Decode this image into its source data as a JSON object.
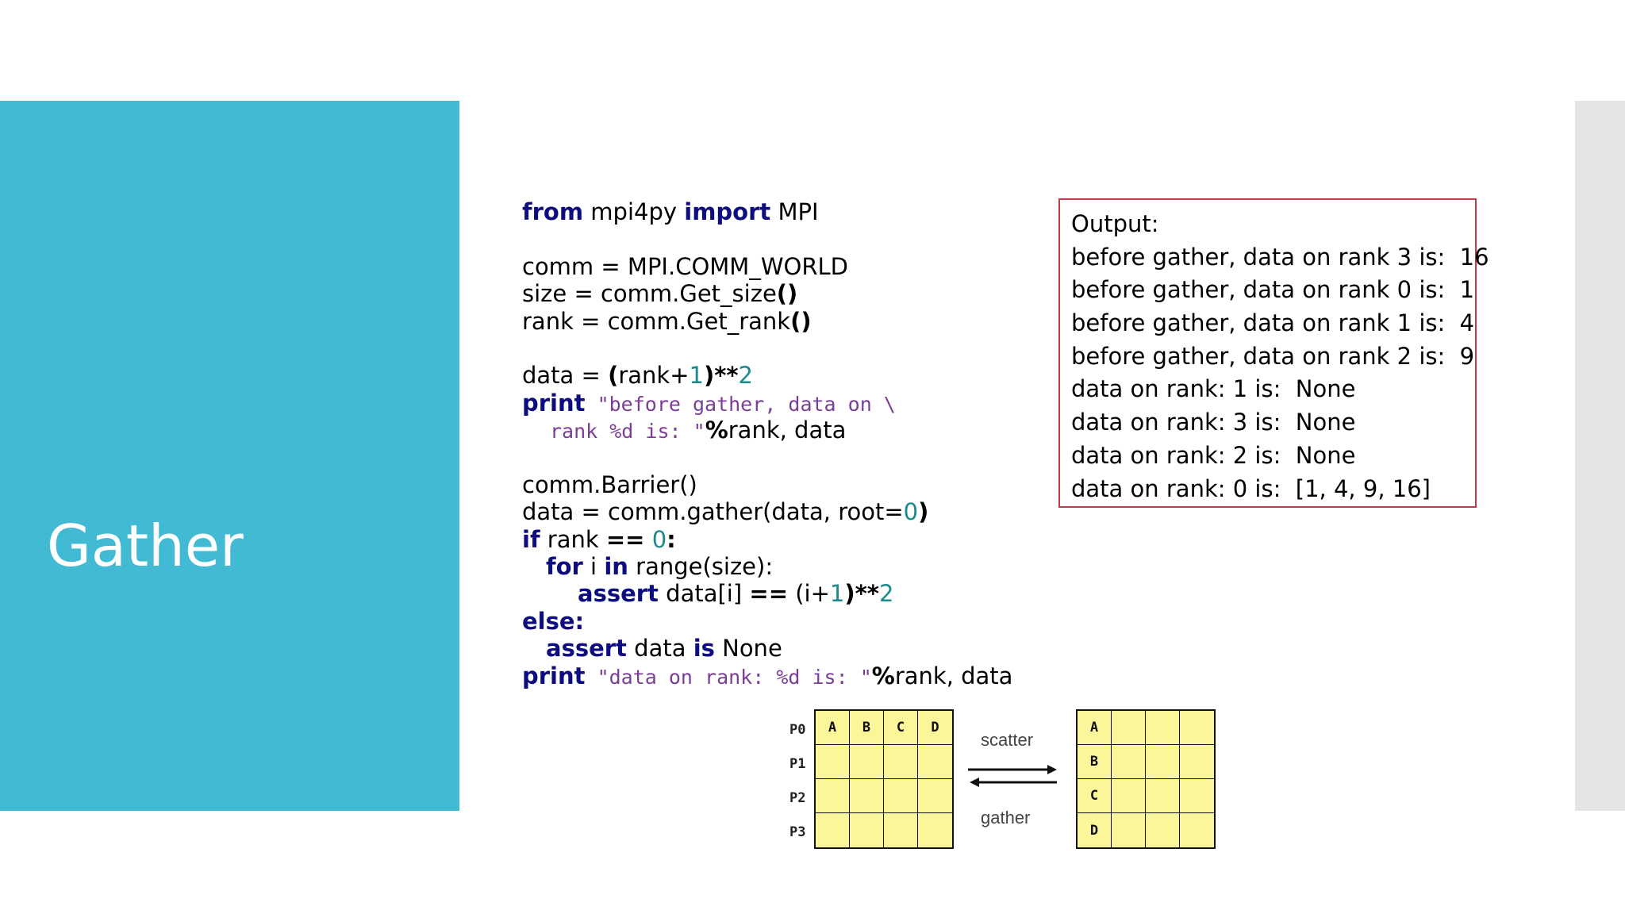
{
  "slide": {
    "title": "Gather"
  },
  "code": {
    "l1_kw1": "from",
    "l1_mid": " mpi4py ",
    "l1_kw2": "import",
    "l1_end": " MPI",
    "l2": "comm = MPI.COMM_WORLD",
    "l3_a": "size = comm.Get_size",
    "l3_b": "()",
    "l4_a": "rank = comm.Get_rank",
    "l4_b": "()",
    "l5_a": "data = ",
    "l5_b": "(",
    "l5_c": "rank+",
    "l5_d": "1",
    "l5_e": ")**",
    "l5_f": "2",
    "l6_kw": "print",
    "l6_str": " \"before gather, data on \\",
    "l7_str": "rank %d is: ",
    "l7_q": "\"",
    "l7_op": "%",
    "l7_end": "rank, data",
    "l8": "comm.Barrier()",
    "l9_a": "data = comm.gather(data, root=",
    "l9_b": "0",
    "l9_c": ")",
    "l10_kw": "if",
    "l10_a": " rank ",
    "l10_op": "==",
    "l10_b": " ",
    "l10_num": "0",
    "l10_c": ":",
    "l11_kw1": "for",
    "l11_a": " i ",
    "l11_kw2": "in",
    "l11_b": " range(size):",
    "l12_kw": "assert",
    "l12_a": " data[i] ",
    "l12_op": "==",
    "l12_b": " (i+",
    "l12_num": "1",
    "l12_c": ")**",
    "l12_num2": "2",
    "l13_kw": "else:",
    "l14_kw": "assert",
    "l14_a": " data ",
    "l14_kw2": "is",
    "l14_b": " None",
    "l15_kw": "print",
    "l15_str": " \"data on rank: %d is: ",
    "l15_q": "\"",
    "l15_op": "%",
    "l15_end": "rank, data"
  },
  "output": {
    "lines": [
      "Output:",
      "before gather, data on rank 3 is:  16",
      "before gather, data on rank 0 is:  1",
      "before gather, data on rank 1 is:  4",
      "before gather, data on rank 2 is:  9",
      "data on rank: 1 is:  None",
      "data on rank: 3 is:  None",
      "data on rank: 2 is:  None",
      "data on rank: 0 is:  [1, 4, 9, 16]"
    ]
  },
  "diagram": {
    "row_labels": [
      "P0",
      "P1",
      "P2",
      "P3"
    ],
    "left_grid": [
      [
        "A",
        "B",
        "C",
        "D"
      ],
      [
        "",
        "",
        "",
        ""
      ],
      [
        "",
        "",
        "",
        ""
      ],
      [
        "",
        "",
        "",
        ""
      ]
    ],
    "right_grid": [
      [
        "A",
        "",
        "",
        ""
      ],
      [
        "B",
        "",
        "",
        ""
      ],
      [
        "C",
        "",
        "",
        ""
      ],
      [
        "D",
        "",
        "",
        ""
      ]
    ],
    "scatter_label": "scatter",
    "gather_label": "gather"
  },
  "colors": {
    "sidebar": "#42bad3",
    "keyword": "#0d0d80",
    "number": "#1b8a8a",
    "string": "#7a3f95",
    "output_border": "#c4394b",
    "grid_fill": "#fbf69a"
  }
}
